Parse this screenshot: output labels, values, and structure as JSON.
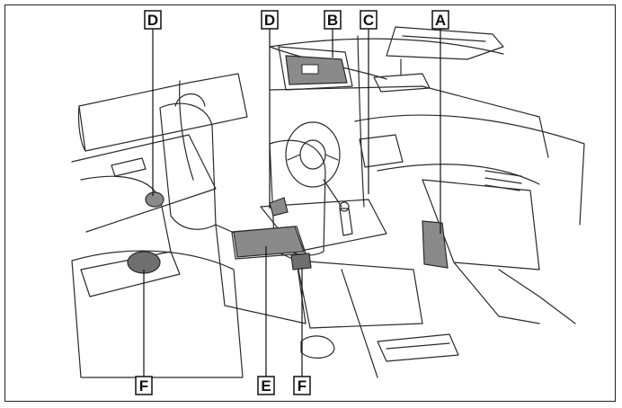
{
  "callouts": {
    "d_left": "D",
    "d_mid": "D",
    "b": "B",
    "c": "C",
    "a": "A",
    "f_left": "F",
    "e": "E",
    "f_right": "F"
  },
  "colors": {
    "line": "#2a2a2a",
    "highlight": "#8a8a8a",
    "highlight_dark": "#6f6f6f",
    "label_bg": "#ffffff"
  }
}
